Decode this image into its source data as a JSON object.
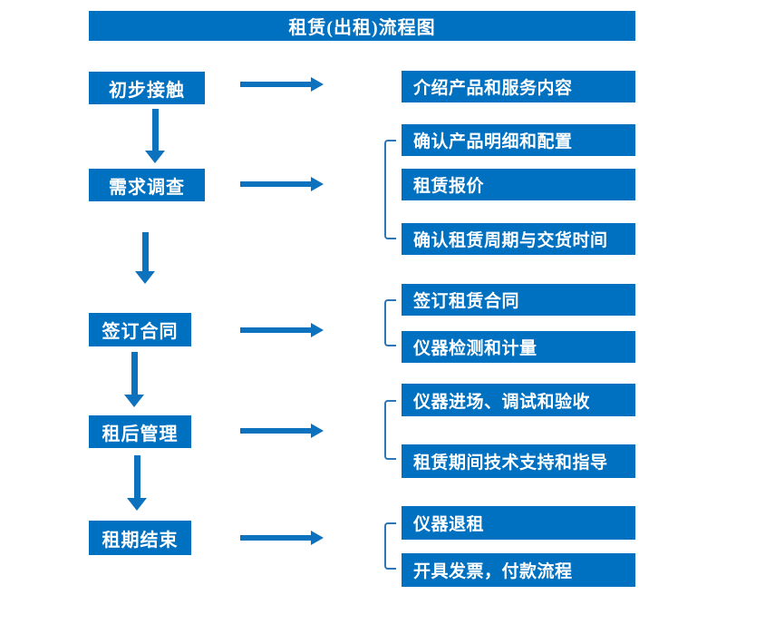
{
  "title": "租赁(出租)流程图",
  "colors": {
    "primary": "#0070C0",
    "arrow": "#0C72BE",
    "bracket": "#2E75B6",
    "text": "#FFFFFF",
    "background": "#FFFFFF"
  },
  "flow": {
    "steps": [
      {
        "label": "初步接触",
        "outputs": [
          "介绍产品和服务内容"
        ]
      },
      {
        "label": "需求调查",
        "outputs": [
          "确认产品明细和配置",
          "租赁报价",
          "确认租赁周期与交货时间"
        ]
      },
      {
        "label": "签订合同",
        "outputs": [
          "签订租赁合同",
          "仪器检测和计量"
        ]
      },
      {
        "label": "租后管理",
        "outputs": [
          "仪器进场、调试和验收",
          "租赁期间技术支持和指导"
        ]
      },
      {
        "label": "租期结束",
        "outputs": [
          "仪器退租",
          "开具发票，付款流程"
        ]
      }
    ]
  }
}
